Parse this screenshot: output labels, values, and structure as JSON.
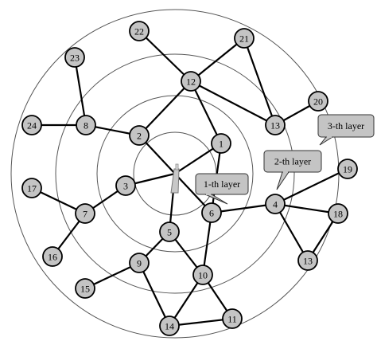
{
  "nodes": [
    {
      "id": "n1",
      "label": "1"
    },
    {
      "id": "n2",
      "label": "2"
    },
    {
      "id": "n3",
      "label": "3"
    },
    {
      "id": "n4",
      "label": "4"
    },
    {
      "id": "n5",
      "label": "5"
    },
    {
      "id": "n6",
      "label": "6"
    },
    {
      "id": "n7",
      "label": "7"
    },
    {
      "id": "n8",
      "label": "8"
    },
    {
      "id": "n9",
      "label": "9"
    },
    {
      "id": "n10",
      "label": "10"
    },
    {
      "id": "n11",
      "label": "11"
    },
    {
      "id": "n12",
      "label": "12"
    },
    {
      "id": "n13a",
      "label": "13"
    },
    {
      "id": "n13b",
      "label": "13"
    },
    {
      "id": "n14",
      "label": "14"
    },
    {
      "id": "n15",
      "label": "15"
    },
    {
      "id": "n16",
      "label": "16"
    },
    {
      "id": "n17",
      "label": "17"
    },
    {
      "id": "n18",
      "label": "18"
    },
    {
      "id": "n19",
      "label": "19"
    },
    {
      "id": "n20",
      "label": "20"
    },
    {
      "id": "n21",
      "label": "21"
    },
    {
      "id": "n22",
      "label": "22"
    },
    {
      "id": "n23",
      "label": "23"
    },
    {
      "id": "n24",
      "label": "24"
    }
  ],
  "edges": [
    [
      "n22",
      "n12"
    ],
    [
      "n12",
      "n21"
    ],
    [
      "n21",
      "n13a"
    ],
    [
      "n12",
      "n13a"
    ],
    [
      "n13a",
      "n20"
    ],
    [
      "n12",
      "n2"
    ],
    [
      "n12",
      "n1"
    ],
    [
      "n1",
      "n6"
    ],
    [
      "n2",
      "n8"
    ],
    [
      "n8",
      "n23"
    ],
    [
      "n8",
      "n24"
    ],
    [
      "n3",
      "n7"
    ],
    [
      "n7",
      "n17"
    ],
    [
      "n7",
      "n16"
    ],
    [
      "n6",
      "n4"
    ],
    [
      "n4",
      "n19"
    ],
    [
      "n4",
      "n18"
    ],
    [
      "n4",
      "n13b"
    ],
    [
      "n18",
      "n13b"
    ],
    [
      "n6",
      "n10"
    ],
    [
      "n5",
      "n9"
    ],
    [
      "n5",
      "n10"
    ],
    [
      "n9",
      "n15"
    ],
    [
      "n9",
      "n14"
    ],
    [
      "n10",
      "n14"
    ],
    [
      "n10",
      "n11"
    ],
    [
      "n14",
      "n11"
    ]
  ],
  "hub_edges": [
    "n2",
    "n1",
    "n3",
    "n5",
    "n6"
  ],
  "callouts": [
    {
      "id": "layer1",
      "text": "1-th layer"
    },
    {
      "id": "layer2",
      "text": "2-th layer"
    },
    {
      "id": "layer3",
      "text": "3-th layer"
    }
  ],
  "colors": {
    "node_fill": "#c4c4c4",
    "callout_fill": "#c4c4c4",
    "ring_stroke": "#555555",
    "edge_stroke": "#000000"
  }
}
